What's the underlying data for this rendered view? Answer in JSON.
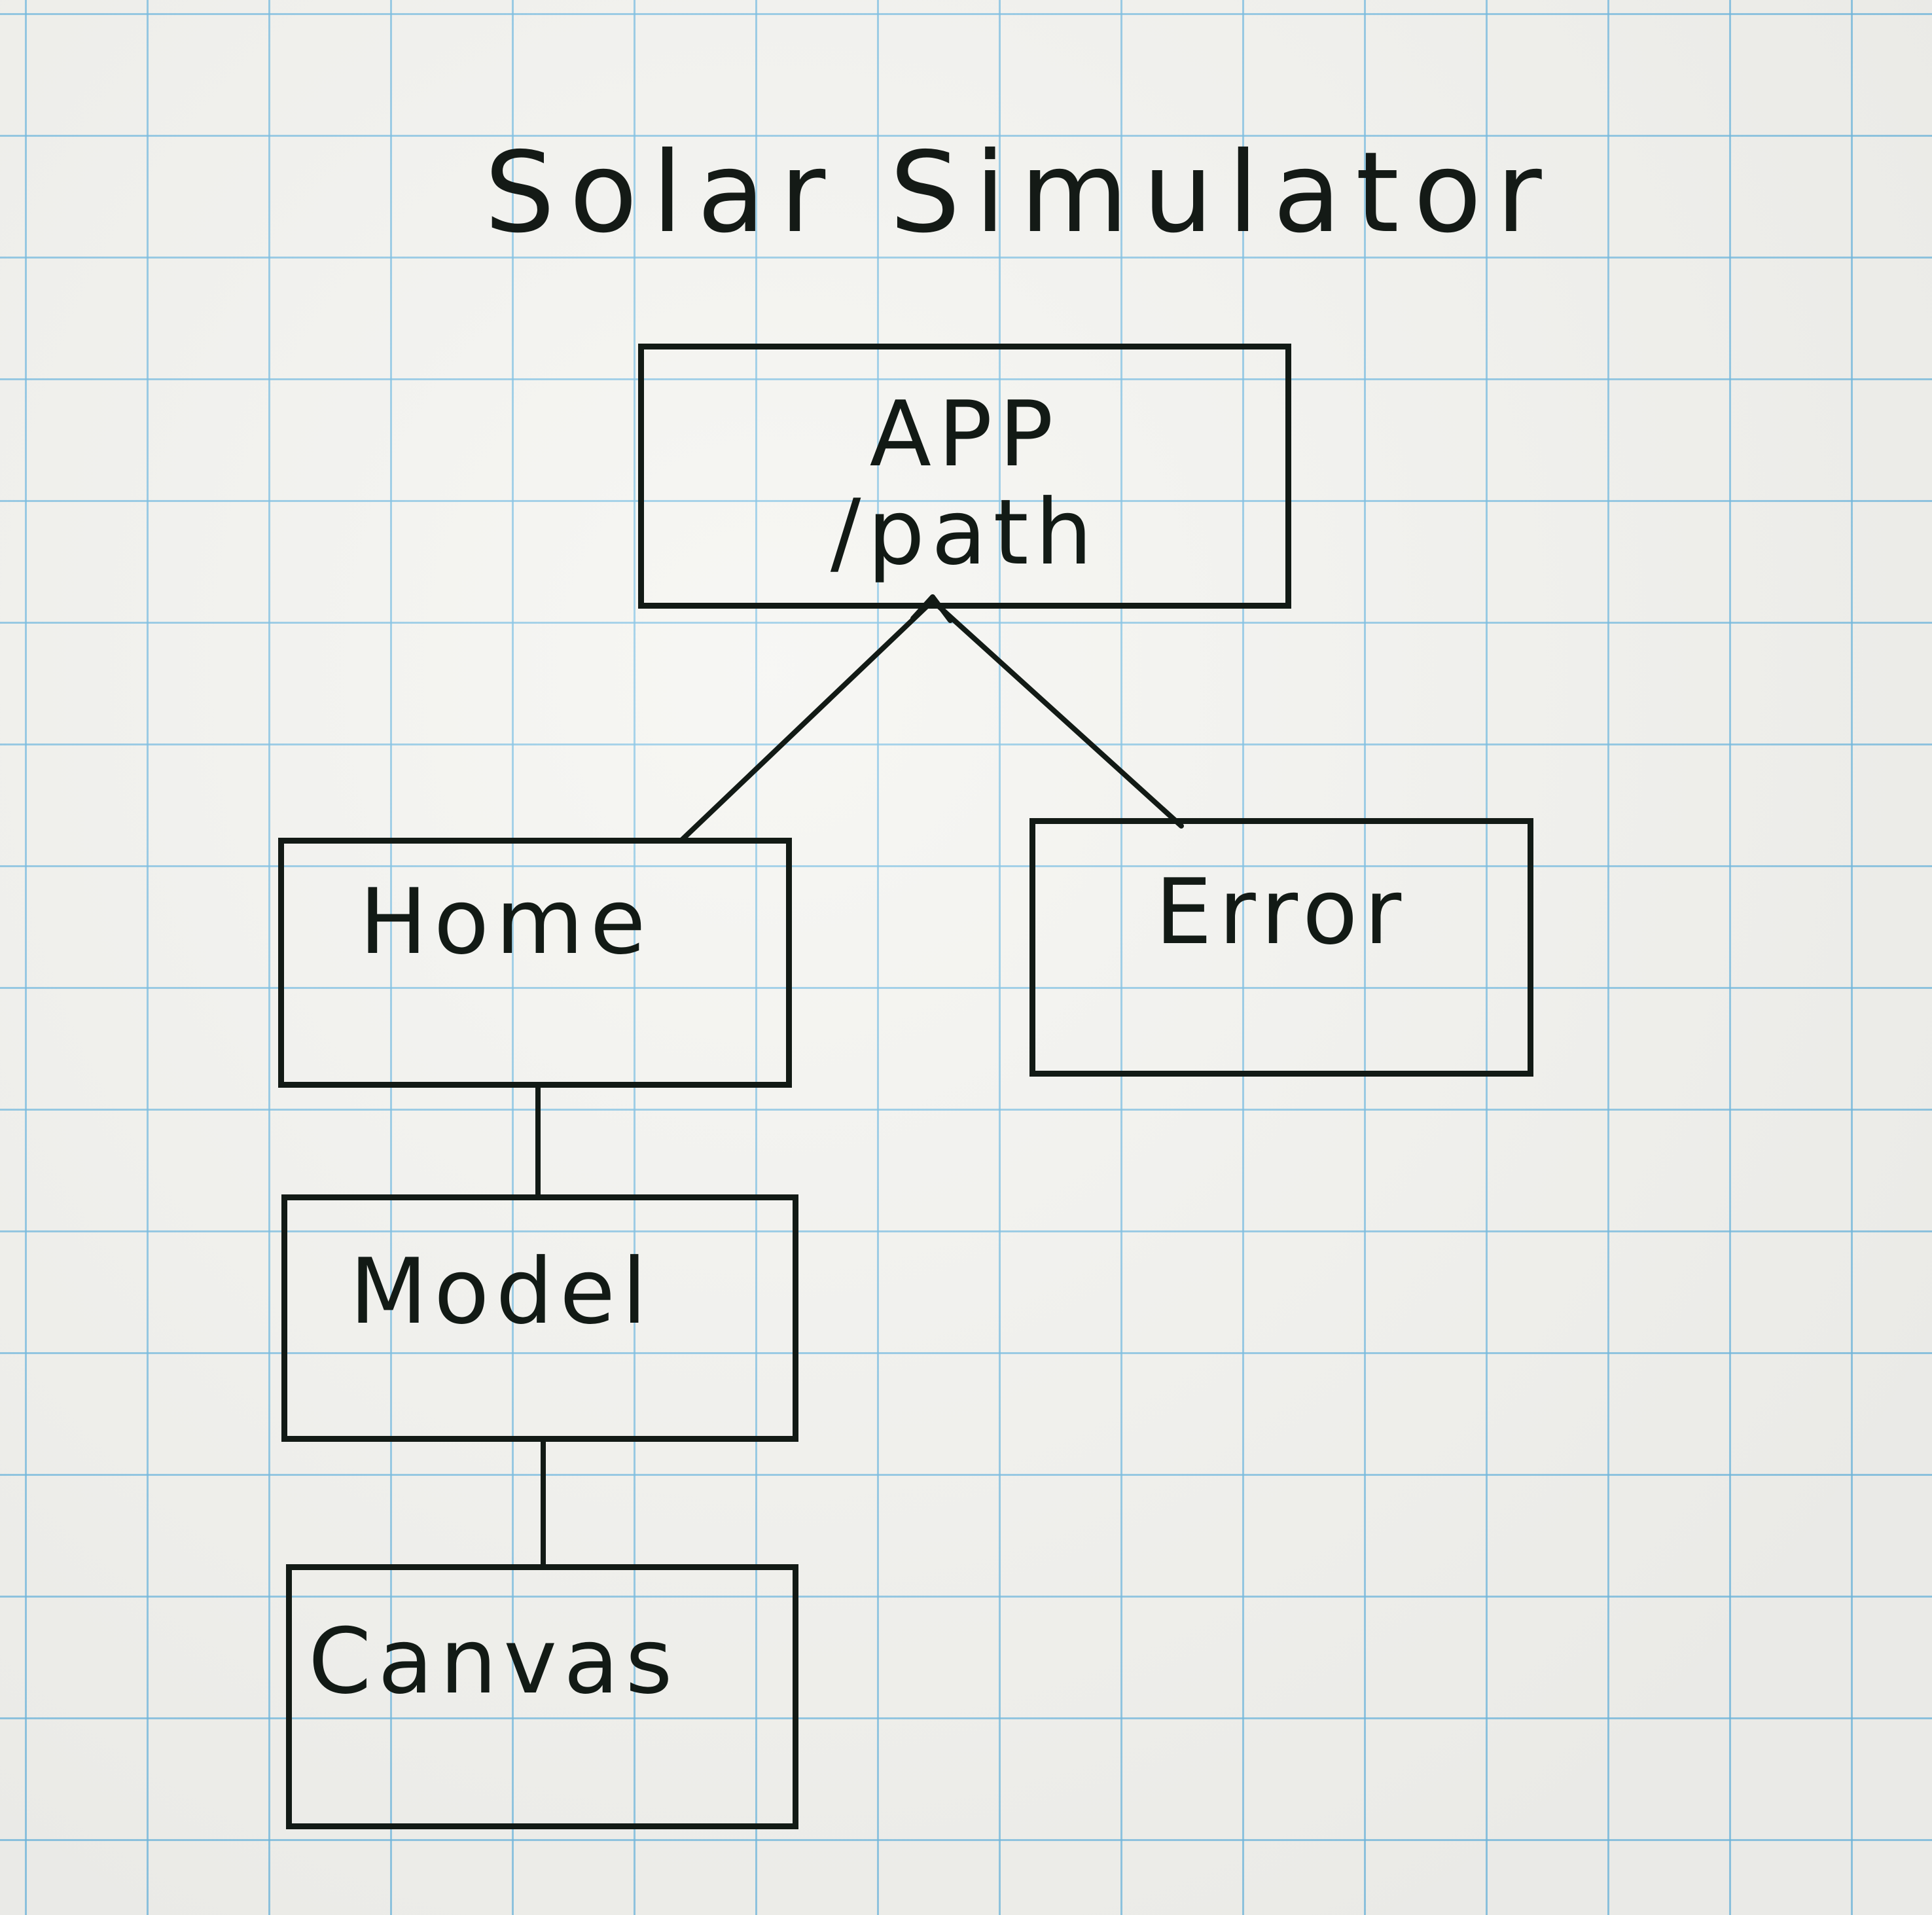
{
  "diagram": {
    "title": "Solar Simulator",
    "nodes": [
      {
        "id": "app",
        "lines": [
          "APP",
          "/path"
        ]
      },
      {
        "id": "home",
        "label": "Home"
      },
      {
        "id": "error",
        "label": "Error"
      },
      {
        "id": "model",
        "label": "Model"
      },
      {
        "id": "canvas",
        "label": "Canvas"
      }
    ],
    "edges": [
      {
        "from": "app",
        "to": "home"
      },
      {
        "from": "app",
        "to": "error"
      },
      {
        "from": "home",
        "to": "model"
      },
      {
        "from": "model",
        "to": "canvas"
      }
    ],
    "colors": {
      "ink": "#121a15",
      "paper": "#f4f4f0",
      "grid": "#6eb9e1"
    }
  }
}
